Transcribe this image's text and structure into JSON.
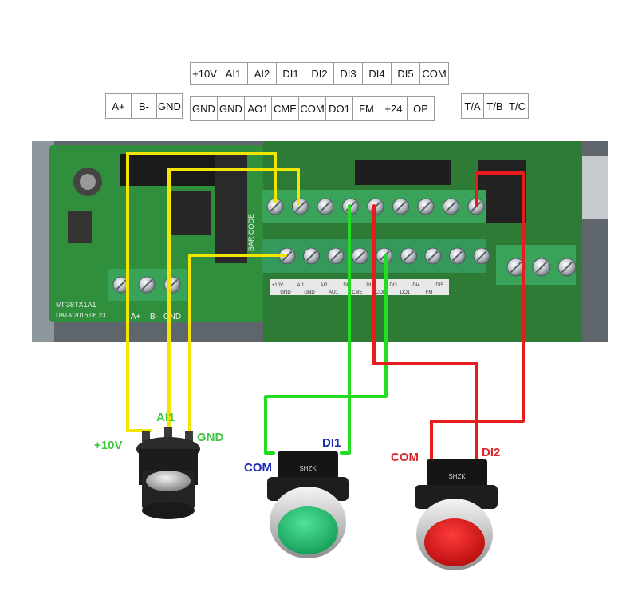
{
  "header_table": {
    "top_row": [
      "+10V",
      "AI1",
      "AI2",
      "DI1",
      "DI2",
      "DI3",
      "DI4",
      "DI5",
      "COM"
    ],
    "bottom_row": [
      "GND",
      "GND",
      "AO1",
      "CME",
      "COM",
      "DO1",
      "FM",
      "+24",
      "OP"
    ],
    "rs485": [
      "A+",
      "B-",
      "GND"
    ],
    "relay": [
      "T/A",
      "T/B",
      "T/C"
    ]
  },
  "board": {
    "model": "MF38TX1A1",
    "date": "DATA:2016.06.23",
    "barcode": "BAR CODE",
    "silk_rs485": [
      "A+",
      "B-",
      "GND"
    ],
    "silk_top": [
      "+10V",
      "AI1",
      "AI2",
      "DI1",
      "DI2",
      "DI3",
      "DI4",
      "DI5"
    ],
    "silk_bottom": [
      "GND",
      "GND",
      "AO1",
      "CME",
      "COM",
      "DO1",
      "FM"
    ]
  },
  "potentiometer": {
    "labels": {
      "plus10v": "+10V",
      "ai1": "AI1",
      "gnd": "GND"
    }
  },
  "green_button": {
    "labels": {
      "com": "COM",
      "di1": "DI1"
    },
    "body_text": "SHZK"
  },
  "red_button": {
    "labels": {
      "com": "COM",
      "di2": "DI2"
    },
    "body_text": "SHZK"
  },
  "colors": {
    "wire_yellow": "#f2e600",
    "wire_green": "#22dd22",
    "wire_red": "#e81c1c",
    "label_green": "#3fc73f",
    "label_blue": "#1a2bb5",
    "label_red": "#d9262b",
    "pcb": "#2f8f3c",
    "terminal": "#3aa35a"
  }
}
